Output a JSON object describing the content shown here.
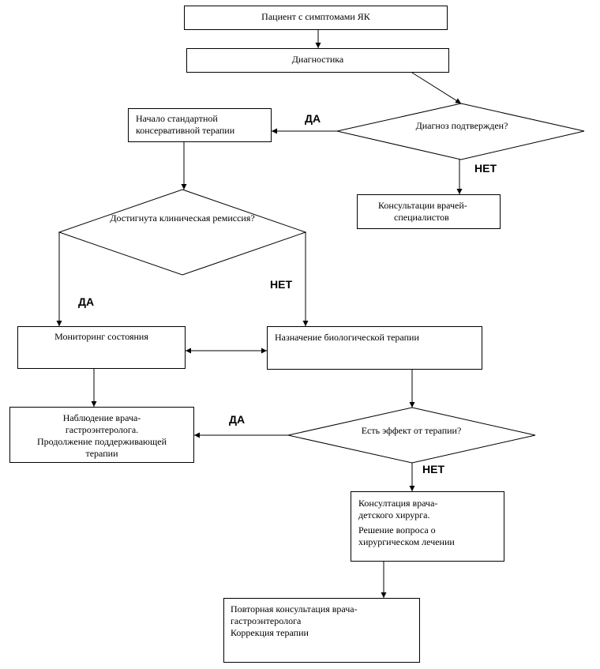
{
  "nodes": {
    "patient": [
      "Пациент с симптомами ЯК"
    ],
    "diagnostics": [
      "Диагностика"
    ],
    "diagnosis_confirmed": [
      "Диагноз подтвержден?"
    ],
    "standard_therapy": [
      "Начало стандартной",
      "консервативной терапии"
    ],
    "specialists": [
      "Консультации врачей-",
      "специалистов"
    ],
    "remission": [
      "Достигнута клиническая",
      "ремиссия?"
    ],
    "monitoring": [
      "Мониторинг состояния"
    ],
    "biologic": [
      "Назначение биологической терапии"
    ],
    "gastro_observation": [
      "Наблюдение врача-",
      "гастроэнтеролога.",
      "Продолжение поддерживающей",
      "терапии"
    ],
    "therapy_effect": [
      "Есть эффект от терапии?"
    ],
    "surgeon": [
      "Консултация врача-",
      "детского хирурга.",
      "Решение вопроса о",
      "хирургическом лечении"
    ],
    "repeat_gastro": [
      "Повторная консультация врача-",
      "гастроэнтеролога",
      "Коррекция терапии"
    ]
  },
  "edge_labels": {
    "yes": "ДА",
    "no": "НЕТ"
  },
  "colors": {
    "line": "#000000",
    "fill": "#ffffff"
  }
}
